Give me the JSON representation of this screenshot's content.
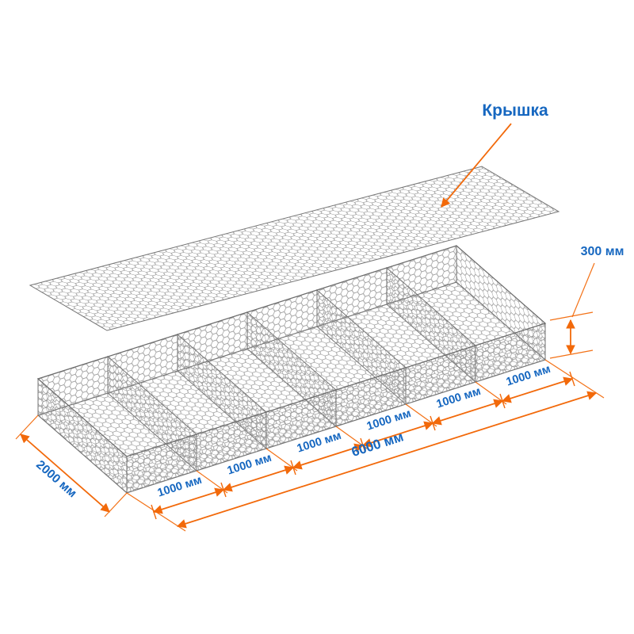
{
  "colors": {
    "accent_orange": "#f2690a",
    "label_blue": "#1667c0",
    "mesh_gray": "#8e8e8e",
    "edge_gray": "#767676"
  },
  "labels": {
    "lid": "Крышка"
  },
  "dimensions": {
    "height": "300 мм",
    "length_total": "6000 мм",
    "width": "2000 мм",
    "segments": [
      "1000 мм",
      "1000 мм",
      "1000 мм",
      "1000 мм",
      "1000 мм",
      "1000 мм"
    ]
  }
}
